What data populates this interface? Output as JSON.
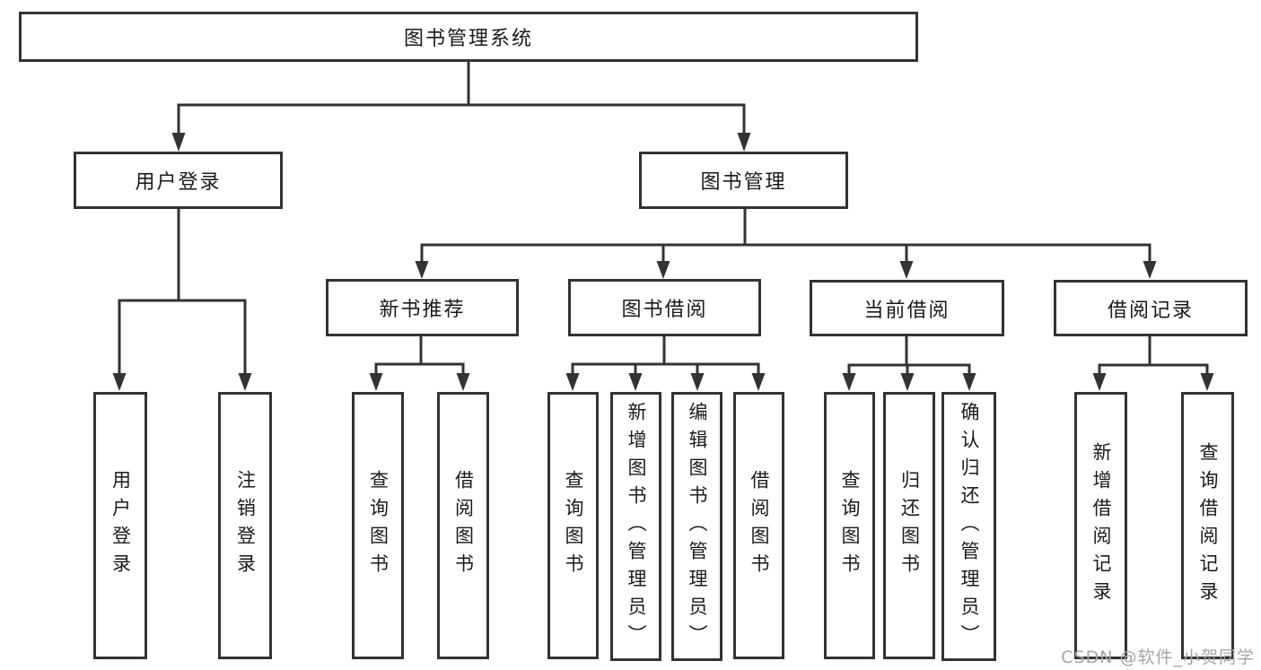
{
  "tree": {
    "label": "图书管理系统",
    "children": [
      {
        "label": "用户登录",
        "children": [
          {
            "label": "用户登录"
          },
          {
            "label": "注销登录"
          }
        ]
      },
      {
        "label": "图书管理",
        "children": [
          {
            "label": "新书推荐",
            "children": [
              {
                "label": "查询图书"
              },
              {
                "label": "借阅图书"
              }
            ]
          },
          {
            "label": "图书借阅",
            "children": [
              {
                "label": "查询图书"
              },
              {
                "label": "新增图书（管理员）"
              },
              {
                "label": "编辑图书（管理员）"
              },
              {
                "label": "借阅图书"
              }
            ]
          },
          {
            "label": "当前借阅",
            "children": [
              {
                "label": "查询图书"
              },
              {
                "label": "归还图书"
              },
              {
                "label": "确认归还（管理员）"
              }
            ]
          },
          {
            "label": "借阅记录",
            "children": [
              {
                "label": "新增借阅记录"
              },
              {
                "label": "查询借阅记录"
              }
            ]
          }
        ]
      }
    ]
  },
  "watermark": "CSDN @软件_小贺同学",
  "colors": {
    "line": "#333333",
    "text": "#1a1a1a",
    "watermark": "#a5a5a5",
    "background": "#ffffff"
  }
}
